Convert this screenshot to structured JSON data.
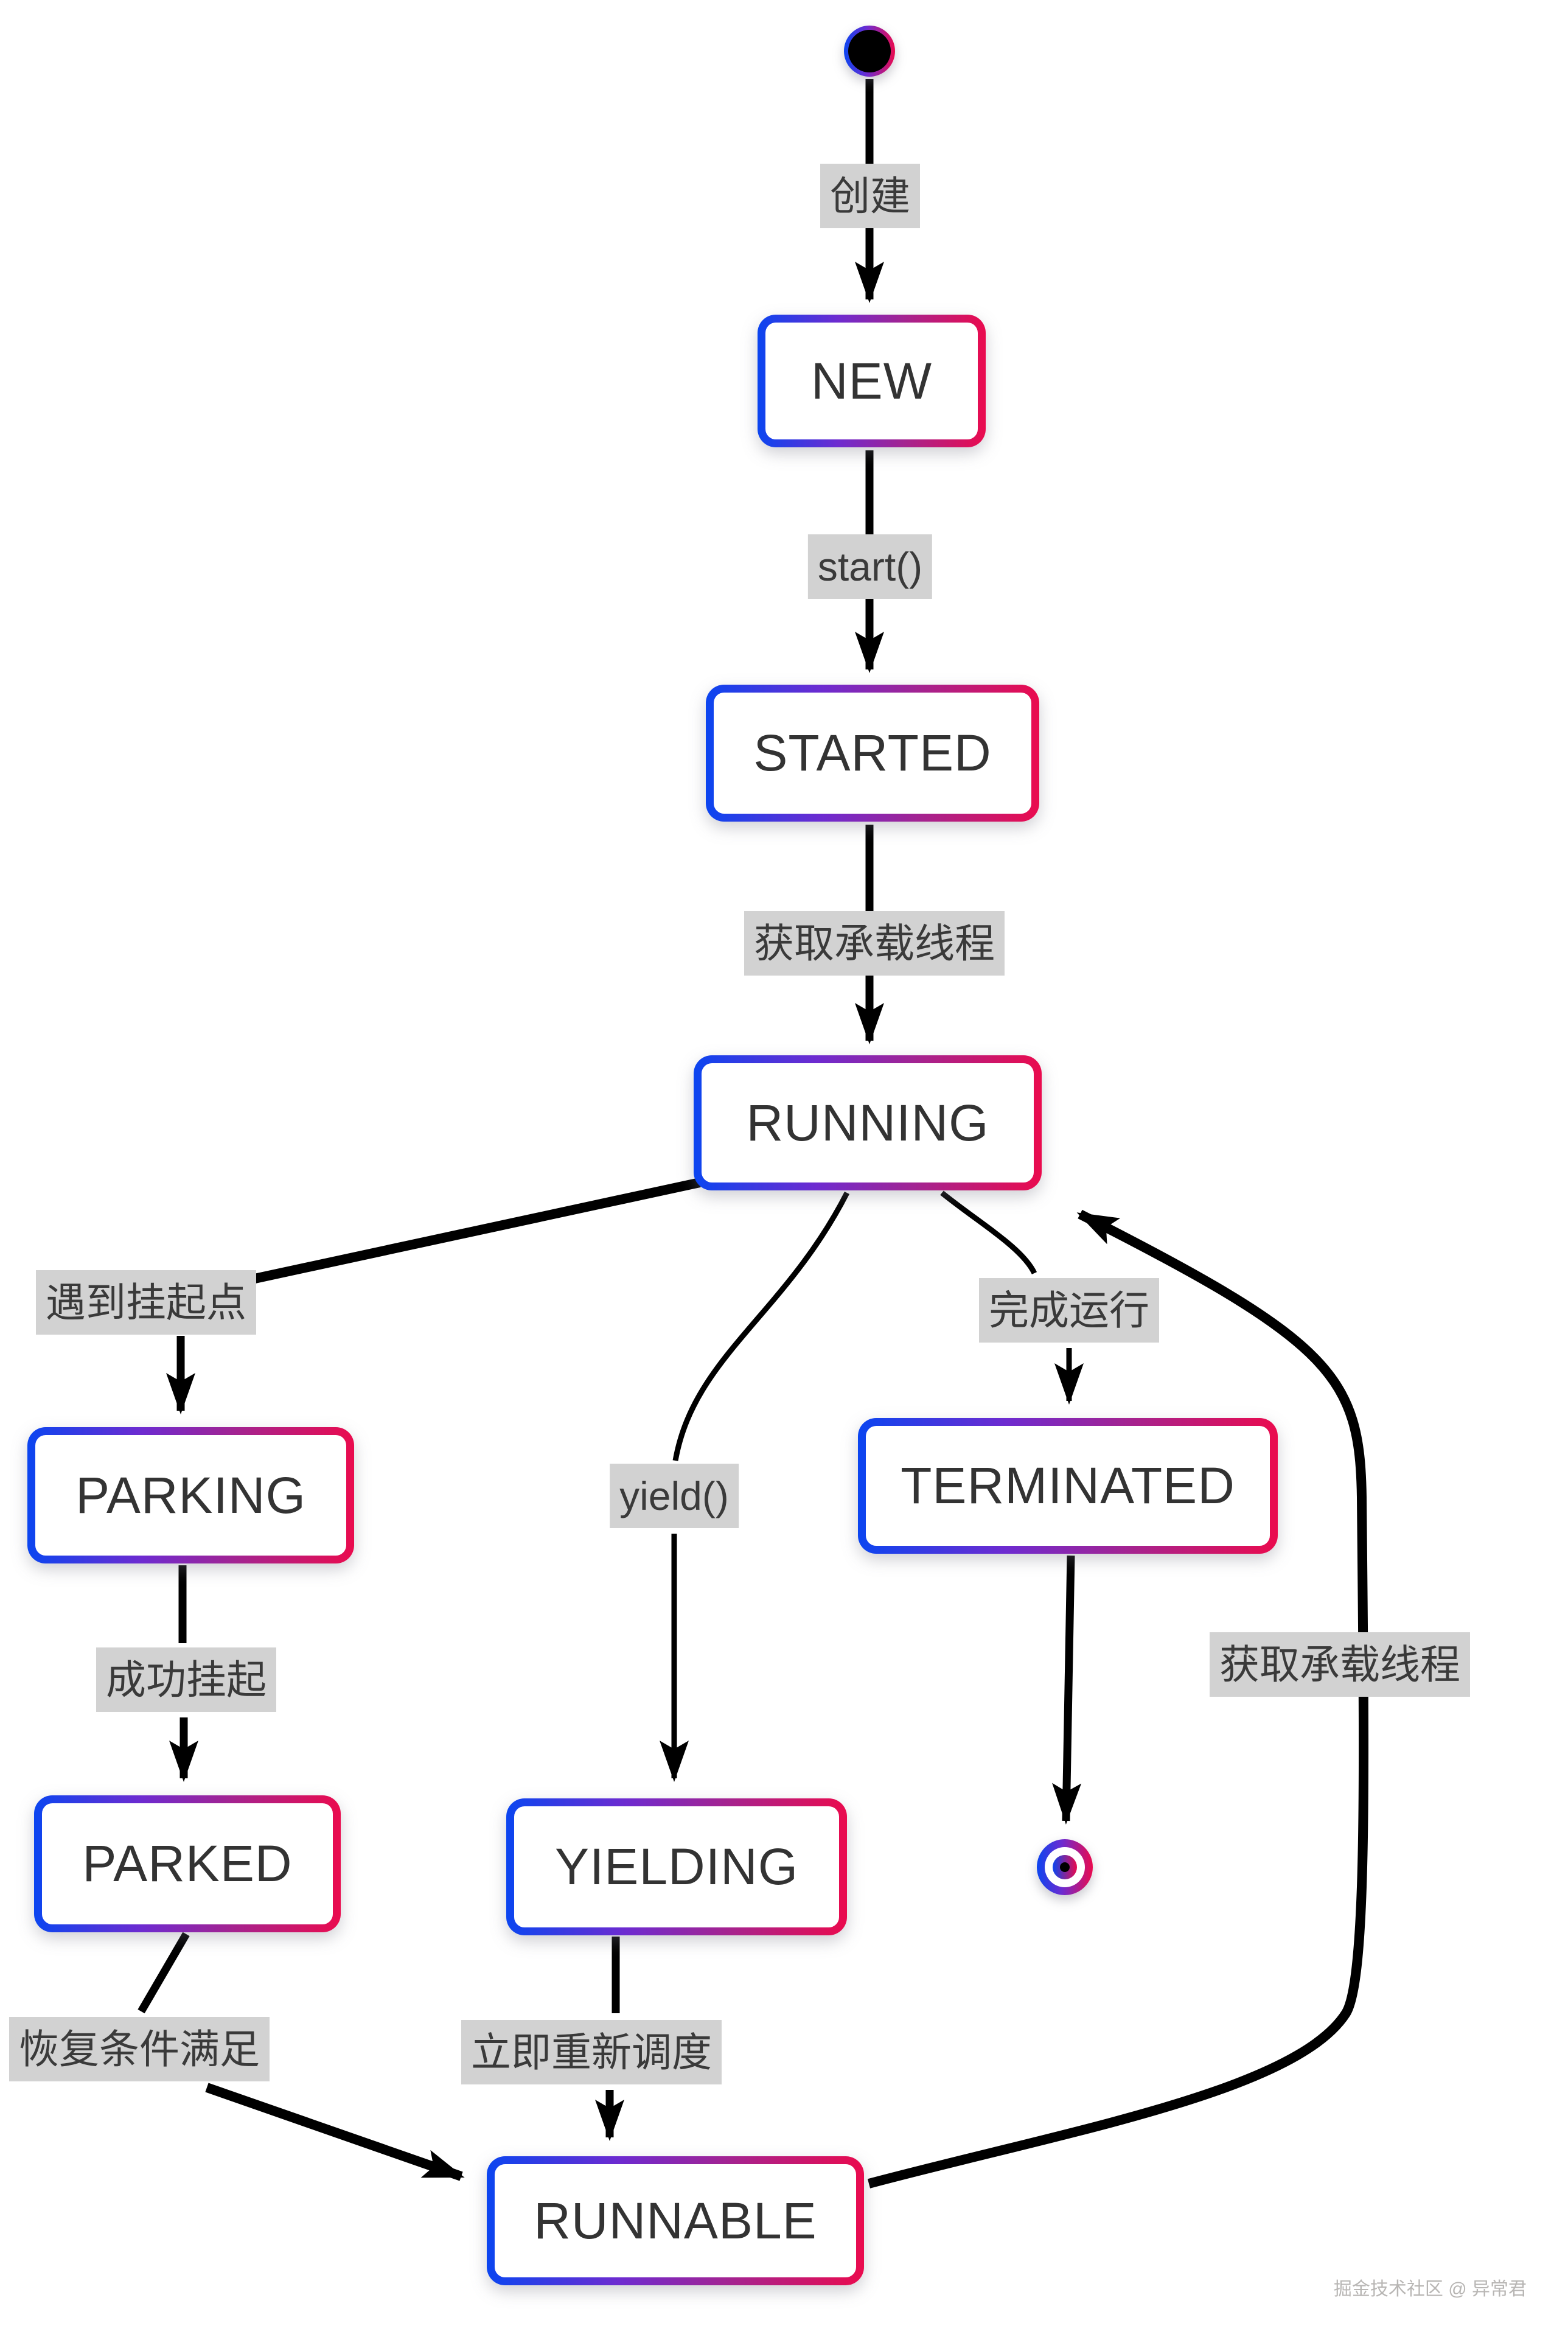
{
  "diagram": {
    "type": "state-diagram",
    "nodes": [
      {
        "id": "new",
        "label": "NEW"
      },
      {
        "id": "started",
        "label": "STARTED"
      },
      {
        "id": "running",
        "label": "RUNNING"
      },
      {
        "id": "parking",
        "label": "PARKING"
      },
      {
        "id": "parked",
        "label": "PARKED"
      },
      {
        "id": "yielding",
        "label": "YIELDING"
      },
      {
        "id": "terminated",
        "label": "TERMINATED"
      },
      {
        "id": "runnable",
        "label": "RUNNABLE"
      }
    ],
    "transitions": [
      {
        "from": "initial-state",
        "to": "new",
        "label": "创建"
      },
      {
        "from": "new",
        "to": "started",
        "label": "start()"
      },
      {
        "from": "started",
        "to": "running",
        "label": "获取承载线程"
      },
      {
        "from": "running",
        "to": "parking",
        "label": "遇到挂起点"
      },
      {
        "from": "running",
        "to": "yielding",
        "label": "yield()"
      },
      {
        "from": "running",
        "to": "terminated",
        "label": "完成运行"
      },
      {
        "from": "parking",
        "to": "parked",
        "label": "成功挂起"
      },
      {
        "from": "terminated",
        "to": "final-state",
        "label": ""
      },
      {
        "from": "parked",
        "to": "runnable",
        "label": "恢复条件满足"
      },
      {
        "from": "yielding",
        "to": "runnable",
        "label": "立即重新调度"
      },
      {
        "from": "runnable",
        "to": "running",
        "label": "获取承载线程"
      }
    ],
    "colors": {
      "border_gradient_start": "#0b45f0",
      "border_gradient_mid": "#6d2bd0",
      "border_gradient_end": "#ea0b4e",
      "edge_label_background": "#d2d2d2",
      "node_text": "#333333",
      "line": "#000000",
      "background": "#ffffff",
      "watermark_text_color": "#b8b6b4"
    }
  },
  "watermark": {
    "text": "掘金技术社区 @ 异常君"
  }
}
